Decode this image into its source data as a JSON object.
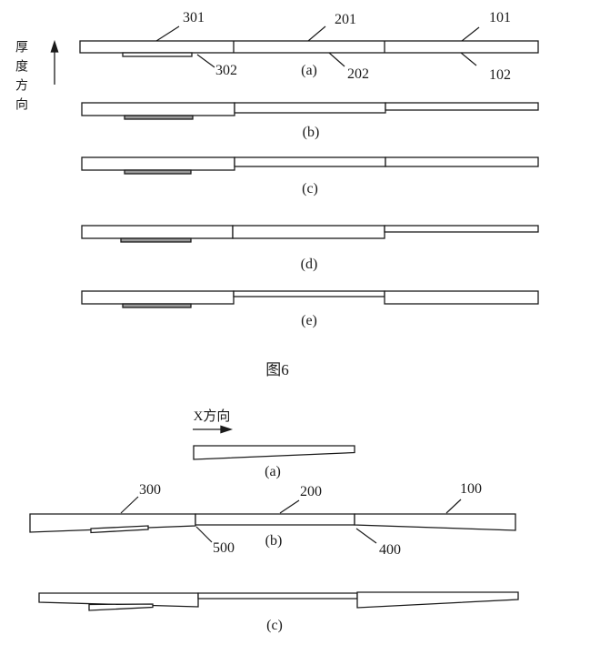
{
  "fig6": {
    "caption": "图6",
    "axis_label": "厚度方向",
    "row_labels": [
      "(a)",
      "(b)",
      "(c)",
      "(d)",
      "(e)"
    ],
    "callouts": {
      "c301": "301",
      "c201": "201",
      "c101": "101",
      "c302": "302",
      "c202": "202",
      "c102": "102"
    }
  },
  "fig_lower": {
    "axis_label": "X方向",
    "row_labels": [
      "(a)",
      "(b)",
      "(c)"
    ],
    "callouts": {
      "c300": "300",
      "c200": "200",
      "c100": "100",
      "c500": "500",
      "c400": "400"
    }
  },
  "colors": {
    "line": "#1a1a1a",
    "strip_fill": "#8a8a8a",
    "background": "#ffffff"
  }
}
